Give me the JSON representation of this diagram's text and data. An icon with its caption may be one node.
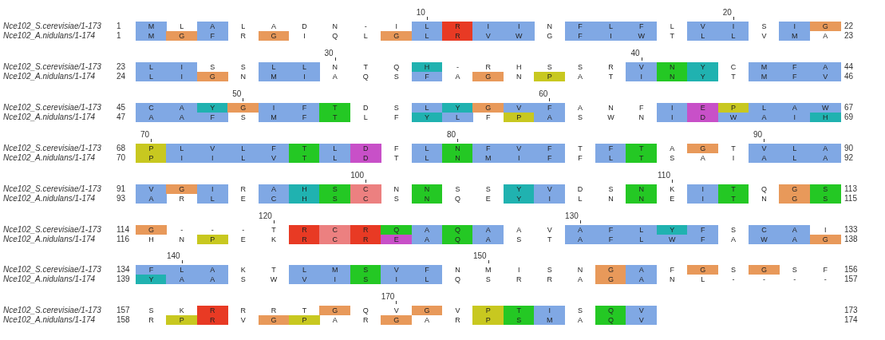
{
  "diagram": {
    "labels": [
      "10",
      "20",
      "Nce102_S.cerevisiae/1-173",
      "1",
      "M",
      "L",
      "A",
      "L",
      "A",
      "D",
      "N",
      "-",
      "I",
      "L",
      "R",
      "I",
      "I",
      "N",
      "F",
      "L",
      "F",
      "L",
      "V",
      "I",
      "S",
      "I",
      "G",
      "22",
      "Nce102_A.nidulans/1-174",
      "1",
      "M",
      "G",
      "F",
      "R",
      "G",
      "I",
      "Q",
      "L",
      "G",
      "L",
      "R",
      "V",
      "W",
      "G",
      "F",
      "I",
      "W",
      "T",
      "L",
      "L",
      "V",
      "M",
      "A",
      "23",
      "30",
      "40",
      "Nce102_S.cerevisiae/1-173",
      "23",
      "L",
      "I",
      "S",
      "S",
      "L",
      "L",
      "N",
      "T",
      "Q",
      "H",
      "-",
      "R",
      "H",
      "S",
      "S",
      "R",
      "V",
      "N",
      "Y",
      "C",
      "M",
      "F",
      "A",
      "44",
      "Nce102_A.nidulans/1-174",
      "24",
      "L",
      "I",
      "G",
      "N",
      "M",
      "I",
      "A",
      "Q",
      "S",
      "F",
      "A",
      "G",
      "N",
      "P",
      "A",
      "T",
      "I",
      "N",
      "Y",
      "T",
      "M",
      "F",
      "V",
      "46",
      "50",
      "60",
      "Nce102_S.cerevisiae/1-173",
      "45",
      "C",
      "A",
      "Y",
      "G",
      "I",
      "F",
      "T",
      "D",
      "S",
      "L",
      "Y",
      "G",
      "V",
      "F",
      "A",
      "N",
      "F",
      "I",
      "E",
      "P",
      "L",
      "A",
      "W",
      "67",
      "Nce102_A.nidulans/1-174",
      "47",
      "A",
      "A",
      "F",
      "S",
      "M",
      "F",
      "T",
      "L",
      "F",
      "Y",
      "L",
      "F",
      "P",
      "A",
      "S",
      "W",
      "N",
      "I",
      "D",
      "W",
      "A",
      "I",
      "H",
      "69",
      "70",
      "80",
      "90",
      "Nce102_S.cerevisiae/1-173",
      "68",
      "P",
      "L",
      "V",
      "L",
      "F",
      "T",
      "L",
      "D",
      "F",
      "L",
      "N",
      "F",
      "V",
      "F",
      "T",
      "F",
      "T",
      "A",
      "G",
      "T",
      "V",
      "L",
      "A",
      "90",
      "Nce102_A.nidulans/1-174",
      "70",
      "P",
      "I",
      "I",
      "L",
      "V",
      "T",
      "L",
      "D",
      "T",
      "L",
      "N",
      "M",
      "I",
      "F",
      "F",
      "L",
      "T",
      "S",
      "A",
      "I",
      "A",
      "L",
      "A",
      "92",
      "100",
      "110",
      "Nce102_S.cerevisiae/1-173",
      "91",
      "V",
      "G",
      "I",
      "R",
      "A",
      "H",
      "S",
      "C",
      "N",
      "N",
      "S",
      "S",
      "Y",
      "V",
      "D",
      "S",
      "N",
      "K",
      "I",
      "T",
      "Q",
      "G",
      "S",
      "113",
      "Nce102_A.nidulans/1-174",
      "93",
      "A",
      "R",
      "L",
      "E",
      "C",
      "H",
      "S",
      "C",
      "S",
      "N",
      "Q",
      "E",
      "Y",
      "I",
      "L",
      "N",
      "N",
      "E",
      "I",
      "T",
      "N",
      "G",
      "S",
      "115",
      "120",
      "130",
      "Nce102_S.cerevisiae/1-173",
      "114",
      "G",
      "-",
      "-",
      "-",
      "T",
      "R",
      "C",
      "R",
      "Q",
      "A",
      "Q",
      "A",
      "A",
      "V",
      "A",
      "F",
      "L",
      "Y",
      "F",
      "S",
      "C",
      "A",
      "I",
      "133",
      "Nce102_A.nidulans/1-174",
      "116",
      "H",
      "N",
      "P",
      "E",
      "K",
      "R",
      "C",
      "R",
      "E",
      "A",
      "Q",
      "A",
      "S",
      "T",
      "A",
      "F",
      "L",
      "W",
      "F",
      "A",
      "W",
      "A",
      "G",
      "138",
      "140",
      "150",
      "Nce102_S.cerevisiae/1-173",
      "134",
      "F",
      "L",
      "A",
      "K",
      "T",
      "L",
      "M",
      "S",
      "V",
      "F",
      "N",
      "M",
      "I",
      "S",
      "N",
      "G",
      "A",
      "F",
      "G",
      "S",
      "G",
      "S",
      "F",
      "156",
      "Nce102_A.nidulans/1-174",
      "139",
      "Y",
      "A",
      "A",
      "S",
      "W",
      "V",
      "I",
      "S",
      "I",
      "L",
      "Q",
      "S",
      "R",
      "R",
      "A",
      "G",
      "A",
      "N",
      "L",
      "-",
      "-",
      "-",
      "-",
      "157",
      "170",
      "Nce102_S.cerevisiae/1-173",
      "157",
      "S",
      "K",
      "R",
      "R",
      "R",
      "T",
      "G",
      "Q",
      "V",
      "G",
      "V",
      "P",
      "T",
      "I",
      "S",
      "Q",
      "V",
      "173",
      "Nce102_A.nidulans/1-174",
      "158",
      "R",
      "P",
      "R",
      "V",
      "G",
      "P",
      "A",
      "R",
      "G",
      "A",
      "R",
      "P",
      "S",
      "M",
      "A",
      "Q",
      "V",
      "174"
    ]
  }
}
